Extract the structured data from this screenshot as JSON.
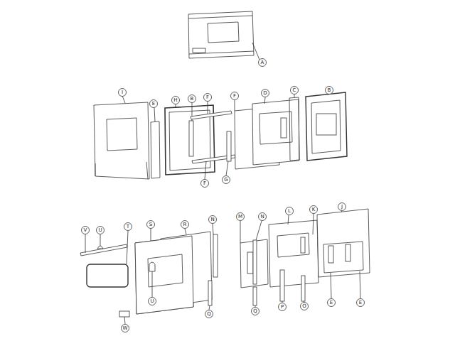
{
  "diagram": {
    "labels": [
      "A",
      "I",
      "E",
      "H",
      "B",
      "F",
      "F",
      "D",
      "C",
      "B",
      "F",
      "G",
      "V",
      "U",
      "T",
      "S",
      "R",
      "N",
      "M",
      "N",
      "L",
      "K",
      "J",
      "W",
      "U",
      "Q",
      "Q",
      "P",
      "O",
      "E",
      "E"
    ]
  }
}
